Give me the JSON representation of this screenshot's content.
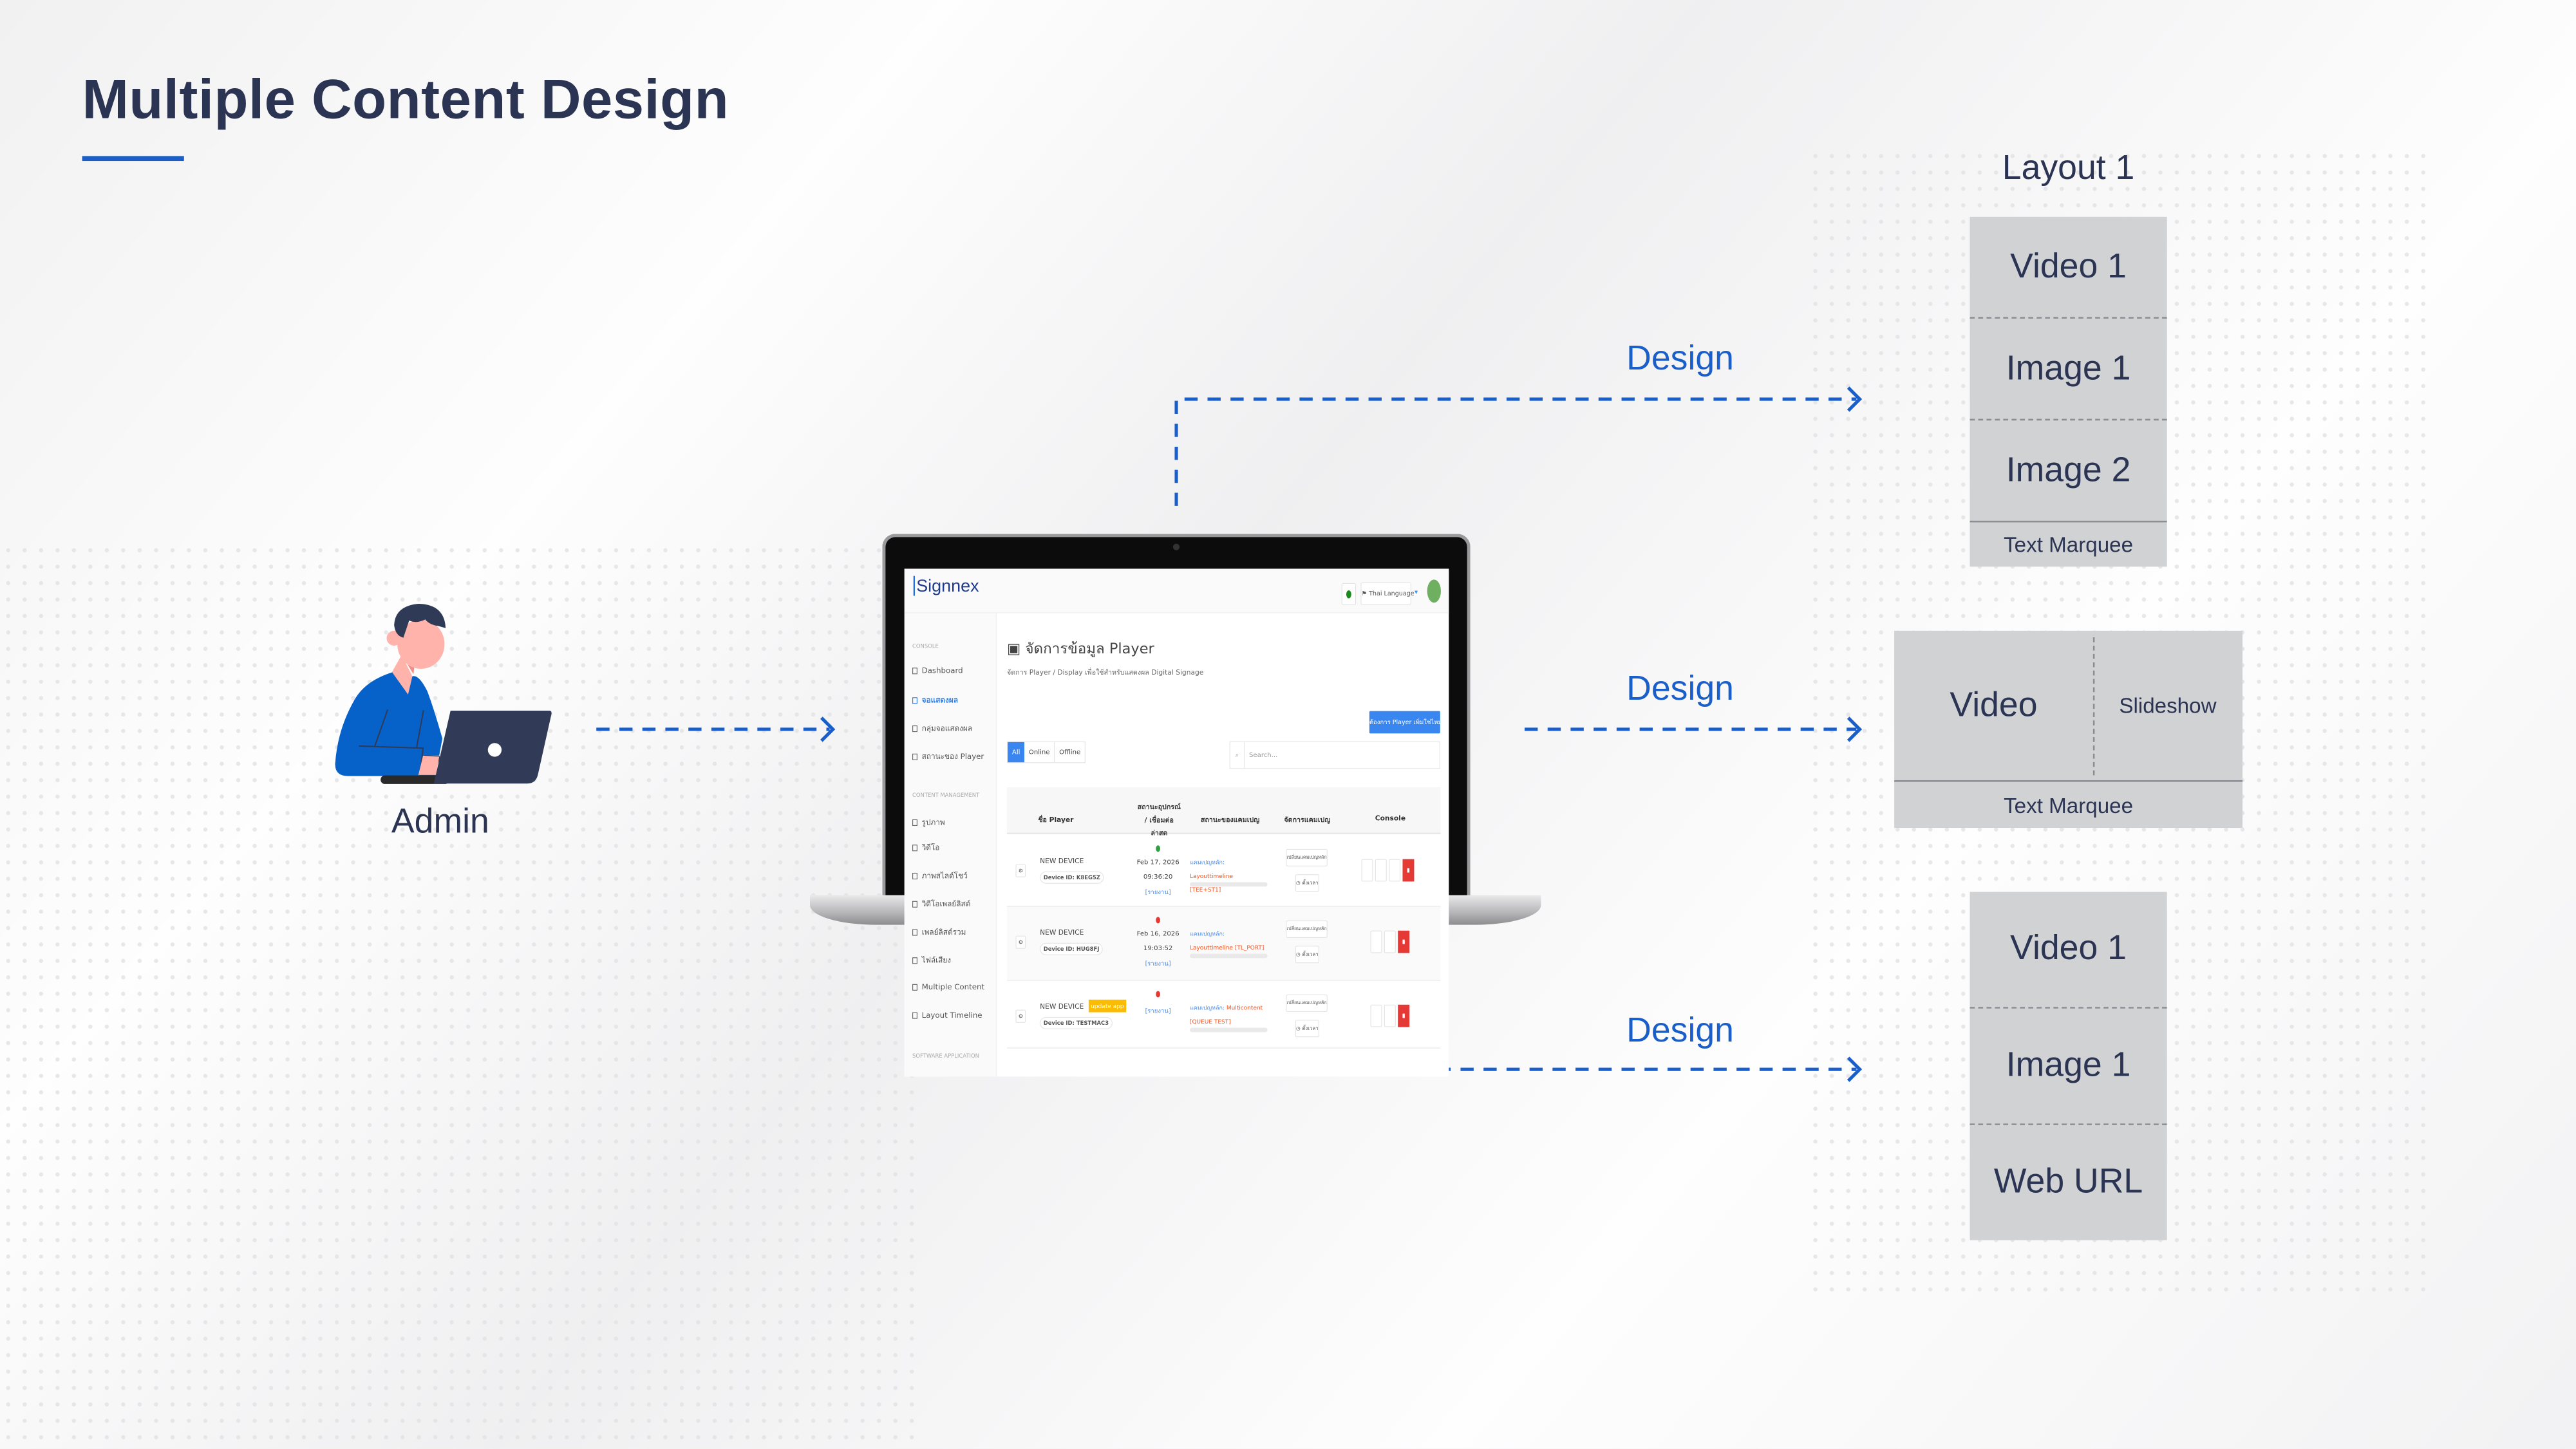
{
  "title": "Multiple Content Design",
  "accent": "#1a5fc9",
  "text_color": "#2b3452",
  "admin": {
    "label": "Admin"
  },
  "flows": [
    {
      "label": "Design"
    },
    {
      "label": "Design"
    },
    {
      "label": "Design"
    }
  ],
  "layouts": [
    {
      "title": "Layout 1",
      "regions": [
        "Video 1",
        "Image 1",
        "Image 2"
      ],
      "footer": "Text Marquee"
    },
    {
      "regions": [
        "Video",
        "Slideshow"
      ],
      "footer": "Text Marquee"
    },
    {
      "regions": [
        "Video 1",
        "Image 1",
        "Web URL"
      ]
    }
  ],
  "screen": {
    "logo": "Signnex",
    "language": "Thai Language",
    "sidebar": {
      "console_label": "CONSOLE",
      "console_items": [
        "Dashboard",
        "จอแสดงผล",
        "กลุ่มจอแสดงผล",
        "สถานะของ Player"
      ],
      "content_label": "CONTENT MANAGEMENT",
      "content_items": [
        "รูปภาพ",
        "วิดีโอ",
        "ภาพสไลด์โชว์",
        "วิดีโอเพลย์ลิสต์",
        "เพลย์ลิสต์รวม",
        "ไฟล์เสียง",
        "Multiple Content",
        "Layout Timeline"
      ],
      "software_label": "SOFTWARE APPLICATION"
    },
    "page_title": "จัดการข้อมูล Player",
    "page_subtitle": "จัดการ Player / Display เพื่อใช้สำหรับแสดงผล Digital Signage",
    "add_button": "ต้องการ Player เพิ่มใช่ไหม?!",
    "filters": [
      "All",
      "Online",
      "Offline"
    ],
    "search_placeholder": "Search...",
    "columns": [
      "ชื่อ Player",
      "สถานะอุปกรณ์ / เชื่อมต่อล่าสุด",
      "สถานะของแคมเปญ",
      "จัดการแคมเปญ",
      "Console"
    ],
    "rows": [
      {
        "name": "NEW DEVICE",
        "device_id": "Device ID: K8EG5Z",
        "status": "online",
        "date": "Feb 17, 2026",
        "time": "09:36:20",
        "report": "[รายงาน]",
        "campaign_prefix": "แคมเปญหลัก:",
        "campaign": "Layouttimeline [TEE+ST1]",
        "change": "เปลี่ยนแคมเปญหลัก",
        "schedule": "ตั้งเวลา"
      },
      {
        "name": "NEW DEVICE",
        "device_id": "Device ID: HUG8FJ",
        "status": "offline",
        "date": "Feb 16, 2026",
        "time": "19:03:52",
        "report": "[รายงาน]",
        "campaign_prefix": "แคมเปญหลัก:",
        "campaign": "Layouttimeline [TL_PORT]",
        "change": "เปลี่ยนแคมเปญหลัก",
        "schedule": "ตั้งเวลา"
      },
      {
        "name": "NEW DEVICE",
        "badge": "update app",
        "device_id": "Device ID: TESTMAC3",
        "status": "offline",
        "report": "[รายงาน]",
        "campaign_prefix": "แคมเปญหลัก:",
        "campaign": "Multicontent [QUEUE TEST]",
        "change": "เปลี่ยนแคมเปญหลัก",
        "schedule": "ตั้งเวลา"
      }
    ]
  }
}
